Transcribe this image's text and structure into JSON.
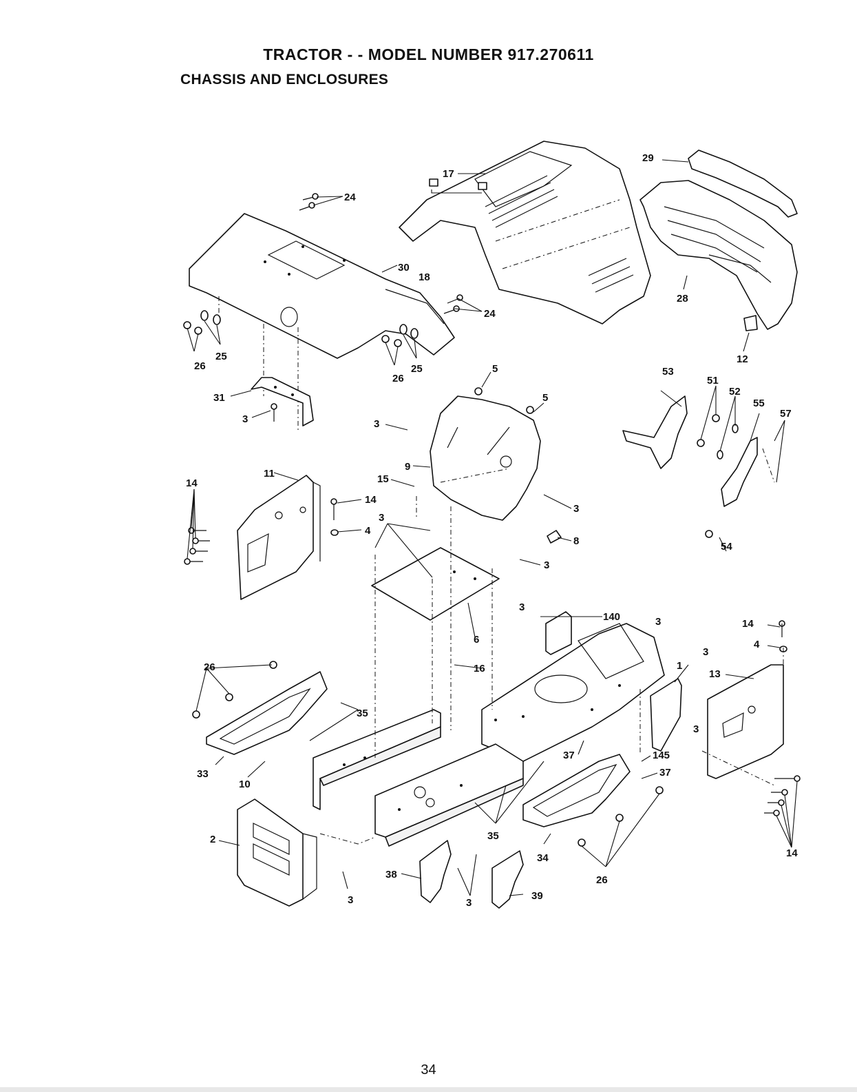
{
  "header": {
    "title": "TRACTOR - - MODEL NUMBER 917.270611",
    "subtitle": "CHASSIS AND ENCLOSURES"
  },
  "diagram": {
    "callouts": {
      "c1": "1",
      "c2": "2",
      "c3": "3",
      "c4": "4",
      "c5": "5",
      "c6": "6",
      "c8": "8",
      "c9": "9",
      "c10": "10",
      "c11": "11",
      "c12": "12",
      "c13": "13",
      "c14": "14",
      "c15": "15",
      "c16": "16",
      "c17": "17",
      "c18": "18",
      "c24": "24",
      "c25": "25",
      "c26": "26",
      "c28": "28",
      "c29": "29",
      "c30": "30",
      "c31": "31",
      "c33": "33",
      "c34": "34",
      "c35": "35",
      "c37": "37",
      "c38": "38",
      "c39": "39",
      "c51": "51",
      "c52": "52",
      "c53": "53",
      "c54": "54",
      "c55": "55",
      "c57": "57",
      "c140": "140",
      "c145": "145"
    }
  },
  "footer": {
    "page_number": "34"
  }
}
